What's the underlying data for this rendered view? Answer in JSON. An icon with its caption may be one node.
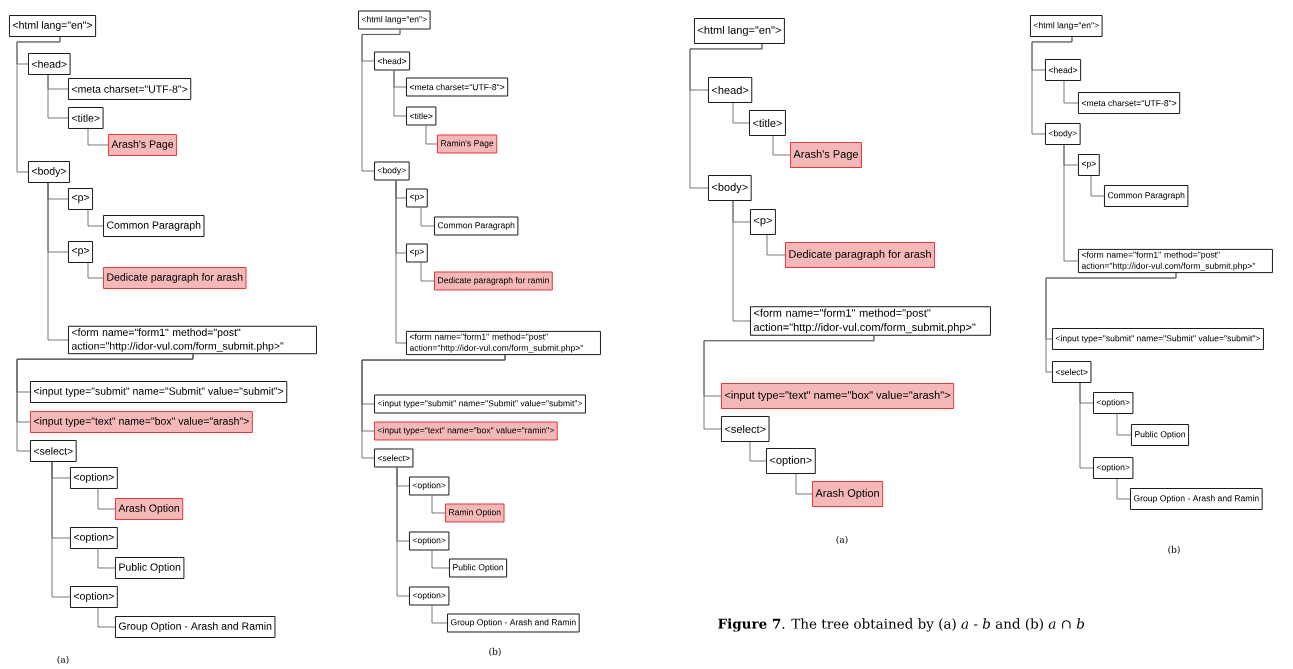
{
  "diagram": {
    "caption": "**Figure 7**. The tree obtained by (a) *a* - *b* and (b) *a* ∩ *b*",
    "nodes": [
      {
        "text": [
          "<html lang=\"en\">"
        ]
      },
      {
        "text": [
          "<head>"
        ]
      },
      {
        "text": [
          "<meta charset=\"UTF-8\">"
        ]
      },
      {
        "text": [
          "<title>"
        ]
      },
      {
        "text": [
          "Arash's Page"
        ]
      },
      {
        "text": [
          "<body>"
        ]
      },
      {
        "text": [
          "<p>"
        ]
      },
      {
        "text": [
          "Common Paragraph"
        ]
      },
      {
        "text": [
          "<p>"
        ]
      },
      {
        "text": [
          "Dedicate paragraph for arash"
        ]
      },
      {
        "text": [
          "<form name=\"form1\" method=\"post\" action=\"http://idor-vul.com/form_submit.php>\""
        ]
      },
      {
        "text": [
          "<input type=\"submit\" name=\"Submit\" value=\"submit\">"
        ]
      },
      {
        "text": [
          "<input type=\"text\" name=\"box\" value=\"arash\">"
        ]
      },
      {
        "text": [
          "<select>"
        ]
      },
      {
        "text": [
          "<option>"
        ]
      },
      {
        "text": [
          "Arash Option"
        ]
      },
      {
        "text": [
          "<option>"
        ]
      },
      {
        "text": [
          "Public Option"
        ]
      },
      {
        "text": [
          "<option>"
        ]
      },
      {
        "text": [
          "Group Option - Arash and Ramin"
        ]
      },
      {
        "text": [
          "<html lang=\"en\">"
        ]
      },
      {
        "text": [
          "<head>"
        ]
      },
      {
        "text": [
          "<meta charset=\"UTF-8\">"
        ]
      },
      {
        "text": [
          "<title>"
        ]
      },
      {
        "text": [
          "Ramin's Page"
        ]
      },
      {
        "text": [
          "<body>"
        ]
      },
      {
        "text": [
          "<p>"
        ]
      },
      {
        "text": [
          "Common Paragraph"
        ]
      },
      {
        "text": [
          "<p>"
        ]
      },
      {
        "text": [
          "Dedicate paragraph for ramin"
        ]
      },
      {
        "text": [
          "<form name=\"form1\" method=\"post\" action=\"http://idor-vul.com/form_submit.php>\""
        ]
      },
      {
        "text": [
          "<input type=\"submit\" name=\"Submit\" value=\"submit\">"
        ]
      },
      {
        "text": [
          "<input type=\"text\" name=\"box\" value=\"ramin\">"
        ]
      },
      {
        "text": [
          "<select>"
        ]
      },
      {
        "text": [
          "<option>"
        ]
      },
      {
        "text": [
          "Ramin Option"
        ]
      },
      {
        "text": [
          "<option>"
        ]
      },
      {
        "text": [
          "Public Option"
        ]
      },
      {
        "text": [
          "<option>"
        ]
      },
      {
        "text": [
          "Group Option - Arash and Ramin"
        ]
      },
      {
        "text": [
          "<html lang=\"en\">"
        ]
      },
      {
        "text": [
          "<head>"
        ]
      },
      {
        "text": [
          "<title>"
        ]
      },
      {
        "text": [
          "Arash's Page"
        ]
      },
      {
        "text": [
          "<body>"
        ]
      },
      {
        "text": [
          "<p>"
        ]
      },
      {
        "text": [
          "Dedicate paragraph for arash"
        ]
      },
      {
        "text": [
          "<form name=\"form1\" method=\"post\" action=\"http://idor-vul.com/form_submit.php>\""
        ]
      },
      {
        "text": [
          "<input type=\"text\" name=\"box\" value=\"arash\">"
        ]
      },
      {
        "text": [
          "<select>"
        ]
      },
      {
        "text": [
          "<option>"
        ]
      },
      {
        "text": [
          "Arash Option"
        ]
      },
      {
        "text": [
          "<html lang=\"en\">"
        ]
      },
      {
        "text": [
          "<head>"
        ]
      },
      {
        "text": [
          "<meta charset=\"UTF-8\">"
        ]
      },
      {
        "text": [
          "<body>"
        ]
      },
      {
        "text": [
          "<p>"
        ]
      },
      {
        "text": [
          "Common Paragraph"
        ]
      },
      {
        "text": [
          "<form name=\"form1\" method=\"post\" action=\"http://idor-vul.com/form_submit.php>\""
        ]
      },
      {
        "text": [
          "<input type=\"submit\" name=\"Submit\" value=\"submit\">"
        ]
      },
      {
        "text": [
          "<select>"
        ]
      },
      {
        "text": [
          "<option>"
        ]
      },
      {
        "text": [
          "Public Option"
        ]
      },
      {
        "text": [
          "<option>"
        ]
      },
      {
        "text": [
          "Group Option - Arash and Ramin"
        ]
      }
    ],
    "edges": [
      {
        "from": 0,
        "to": 1,
        "arrow": "none"
      },
      {
        "from": 1,
        "to": 2,
        "arrow": "none"
      },
      {
        "from": 1,
        "to": 3,
        "arrow": "none"
      },
      {
        "from": 3,
        "to": 4,
        "arrow": "none"
      },
      {
        "from": 0,
        "to": 5,
        "arrow": "none"
      },
      {
        "from": 5,
        "to": 6,
        "arrow": "none"
      },
      {
        "from": 6,
        "to": 7,
        "arrow": "none"
      },
      {
        "from": 5,
        "to": 8,
        "arrow": "none"
      },
      {
        "from": 8,
        "to": 9,
        "arrow": "none"
      },
      {
        "from": 5,
        "to": 10,
        "arrow": "none"
      },
      {
        "from": 10,
        "to": 11,
        "arrow": "none"
      },
      {
        "from": 10,
        "to": 12,
        "arrow": "none"
      },
      {
        "from": 10,
        "to": 13,
        "arrow": "none"
      },
      {
        "from": 13,
        "to": 14,
        "arrow": "none"
      },
      {
        "from": 14,
        "to": 15,
        "arrow": "none"
      },
      {
        "from": 13,
        "to": 16,
        "arrow": "none"
      },
      {
        "from": 16,
        "to": 17,
        "arrow": "none"
      },
      {
        "from": 13,
        "to": 18,
        "arrow": "none"
      },
      {
        "from": 18,
        "to": 19,
        "arrow": "none"
      },
      {
        "from": 20,
        "to": 21,
        "arrow": "none"
      },
      {
        "from": 21,
        "to": 22,
        "arrow": "none"
      },
      {
        "from": 21,
        "to": 23,
        "arrow": "none"
      },
      {
        "from": 23,
        "to": 24,
        "arrow": "none"
      },
      {
        "from": 20,
        "to": 25,
        "arrow": "none"
      },
      {
        "from": 25,
        "to": 26,
        "arrow": "none"
      },
      {
        "from": 26,
        "to": 27,
        "arrow": "none"
      },
      {
        "from": 25,
        "to": 28,
        "arrow": "none"
      },
      {
        "from": 28,
        "to": 29,
        "arrow": "none"
      },
      {
        "from": 25,
        "to": 30,
        "arrow": "none"
      },
      {
        "from": 30,
        "to": 31,
        "arrow": "none"
      },
      {
        "from": 30,
        "to": 32,
        "arrow": "none"
      },
      {
        "from": 30,
        "to": 33,
        "arrow": "none"
      },
      {
        "from": 33,
        "to": 34,
        "arrow": "none"
      },
      {
        "from": 34,
        "to": 35,
        "arrow": "none"
      },
      {
        "from": 33,
        "to": 36,
        "arrow": "none"
      },
      {
        "from": 36,
        "to": 37,
        "arrow": "none"
      },
      {
        "from": 33,
        "to": 38,
        "arrow": "none"
      },
      {
        "from": 38,
        "to": 39,
        "arrow": "none"
      },
      {
        "from": 40,
        "to": 41,
        "arrow": "none"
      },
      {
        "from": 41,
        "to": 42,
        "arrow": "none"
      },
      {
        "from": 42,
        "to": 43,
        "arrow": "none"
      },
      {
        "from": 40,
        "to": 44,
        "arrow": "none"
      },
      {
        "from": 44,
        "to": 45,
        "arrow": "none"
      },
      {
        "from": 45,
        "to": 46,
        "arrow": "none"
      },
      {
        "from": 44,
        "to": 47,
        "arrow": "none"
      },
      {
        "from": 47,
        "to": 48,
        "arrow": "none"
      },
      {
        "from": 47,
        "to": 49,
        "arrow": "none"
      },
      {
        "from": 49,
        "to": 50,
        "arrow": "none"
      },
      {
        "from": 50,
        "to": 51,
        "arrow": "none"
      },
      {
        "from": 52,
        "to": 53,
        "arrow": "none"
      },
      {
        "from": 53,
        "to": 54,
        "arrow": "none"
      },
      {
        "from": 52,
        "to": 55,
        "arrow": "none"
      },
      {
        "from": 55,
        "to": 56,
        "arrow": "none"
      },
      {
        "from": 56,
        "to": 57,
        "arrow": "none"
      },
      {
        "from": 55,
        "to": 58,
        "arrow": "none"
      },
      {
        "from": 58,
        "to": 59,
        "arrow": "none"
      },
      {
        "from": 58,
        "to": 60,
        "arrow": "none"
      },
      {
        "from": 60,
        "to": 61,
        "arrow": "none"
      },
      {
        "from": 61,
        "to": 62,
        "arrow": "none"
      },
      {
        "from": 60,
        "to": 63,
        "arrow": "none"
      },
      {
        "from": 63,
        "to": 64,
        "arrow": "none"
      }
    ],
    "labels": [
      "(a)",
      "(b)",
      "(a)",
      "(b)"
    ]
  }
}
